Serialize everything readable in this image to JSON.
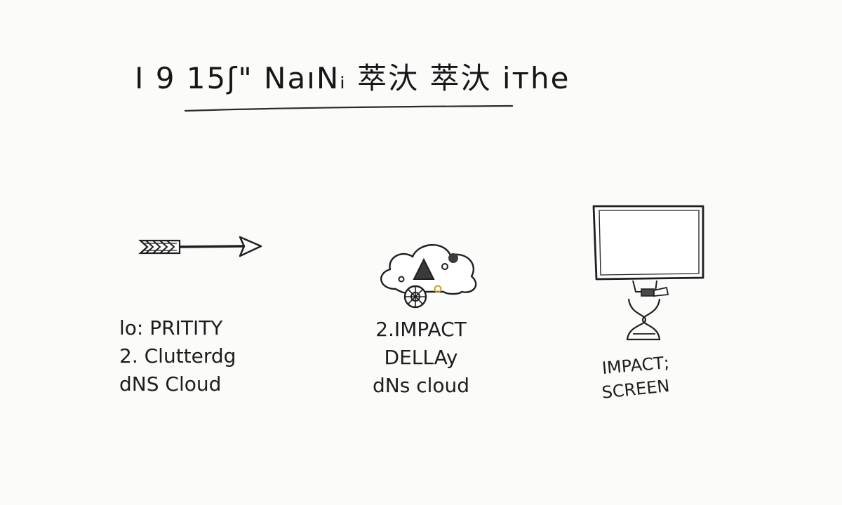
{
  "title": "I 9 15ʃ\" NаıNᵢ 萃汏 萃汏 iтhe",
  "columns": [
    {
      "icon": "arrow-icon",
      "lines": [
        "lo: PRITITY",
        "2. Clutterdg",
        "dNS Cloud"
      ]
    },
    {
      "icon": "cloud-settings-icon",
      "lines": [
        "2.IMPACT",
        "DELLAy",
        "dNs cloud"
      ]
    },
    {
      "icon": "monitor-hourglass-icon",
      "lines": [
        "IMPACT;",
        "SCREEN"
      ]
    }
  ]
}
